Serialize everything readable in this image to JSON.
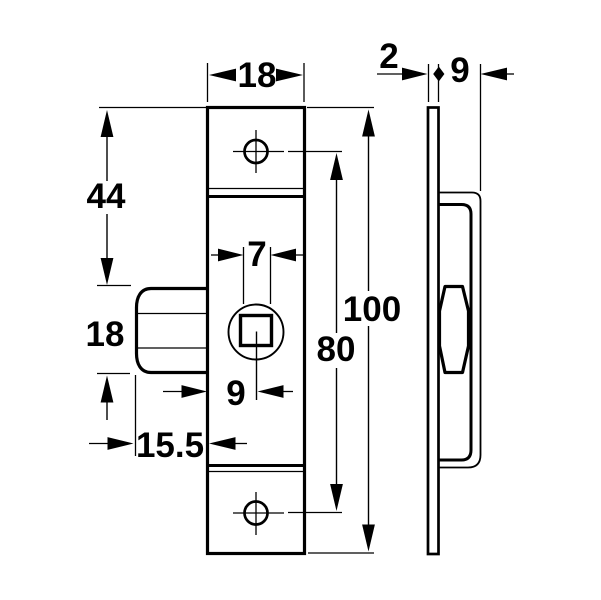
{
  "drawing": {
    "title": "Mortise lock dimension drawing",
    "views": [
      "front-view",
      "side-view"
    ],
    "background": "#ffffff",
    "line_color": "#000000"
  },
  "dims": {
    "faceplate_width": "18",
    "faceplate_thickness": "2",
    "case_depth": "9",
    "top_edge_to_knob": "44",
    "follower_square_width": "7",
    "overall_height": "100",
    "screw_hole_spacing": "80",
    "knob_height": "18",
    "edge_to_spindle_center": "9",
    "knob_projection": "15.5"
  }
}
